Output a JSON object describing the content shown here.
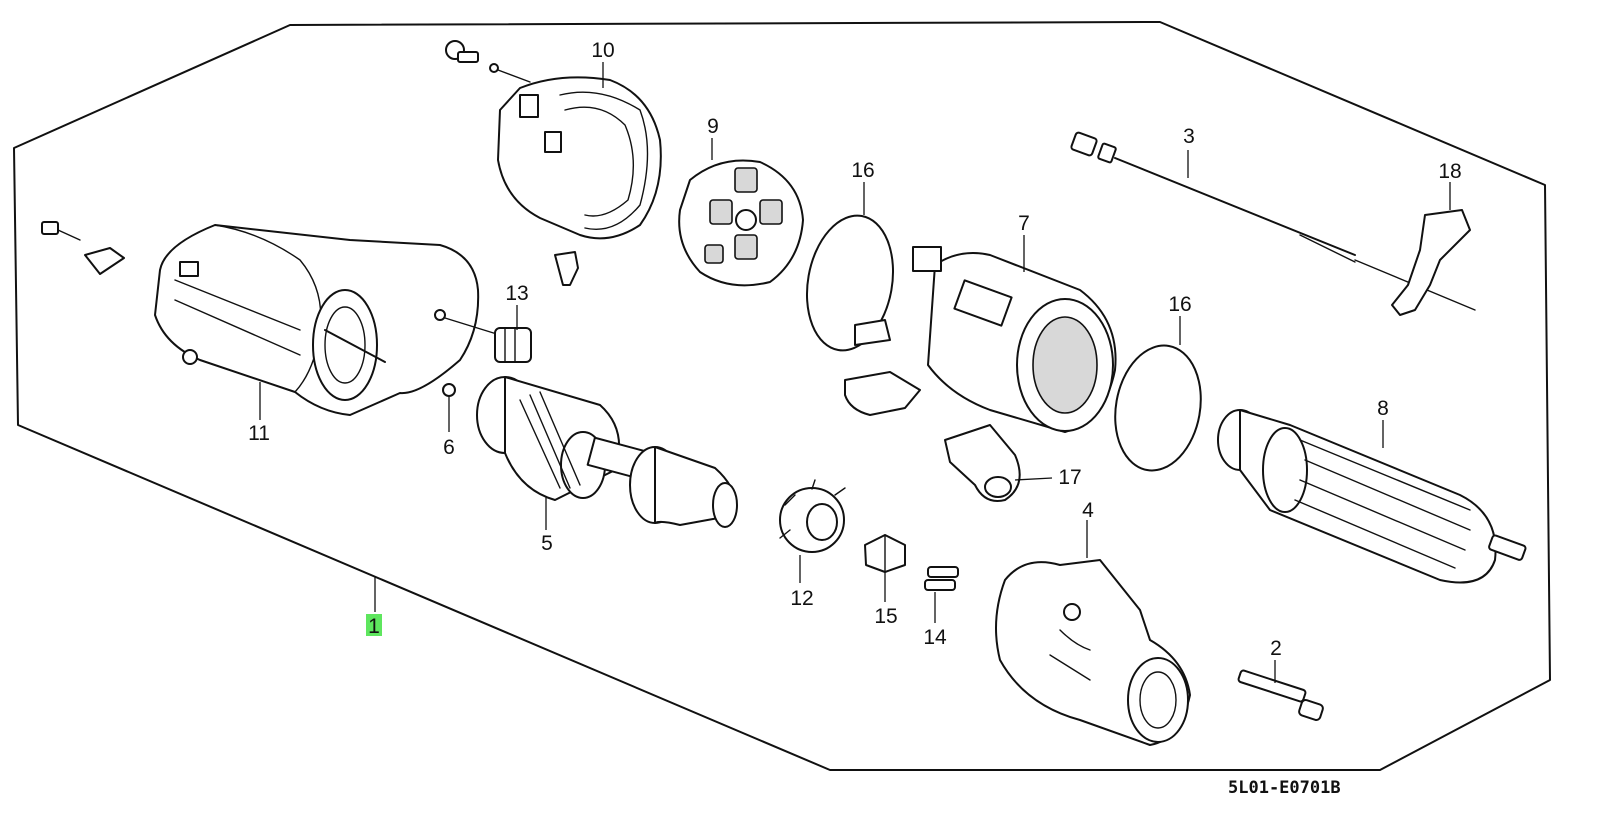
{
  "diagram": {
    "code": "5L01-E0701B",
    "highlight_color": "#5ee65e",
    "callouts": [
      {
        "id": "c1",
        "label": "1",
        "highlighted": true
      },
      {
        "id": "c2",
        "label": "2"
      },
      {
        "id": "c3",
        "label": "3"
      },
      {
        "id": "c4",
        "label": "4"
      },
      {
        "id": "c5",
        "label": "5"
      },
      {
        "id": "c6",
        "label": "6"
      },
      {
        "id": "c7",
        "label": "7"
      },
      {
        "id": "c8",
        "label": "8"
      },
      {
        "id": "c9",
        "label": "9"
      },
      {
        "id": "c10",
        "label": "10"
      },
      {
        "id": "c11",
        "label": "11"
      },
      {
        "id": "c12",
        "label": "12"
      },
      {
        "id": "c13",
        "label": "13"
      },
      {
        "id": "c14",
        "label": "14"
      },
      {
        "id": "c15",
        "label": "15"
      },
      {
        "id": "c16a",
        "label": "16"
      },
      {
        "id": "c16b",
        "label": "16"
      },
      {
        "id": "c17",
        "label": "17"
      },
      {
        "id": "c18",
        "label": "18"
      }
    ]
  }
}
